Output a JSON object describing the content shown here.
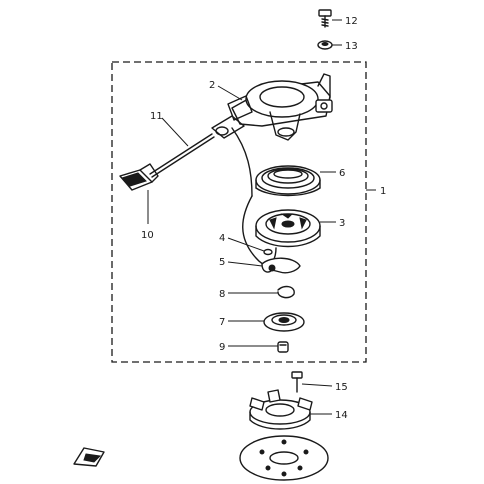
{
  "labels": {
    "1": "1",
    "2": "2",
    "3": "3",
    "4": "4",
    "5": "5",
    "6": "6",
    "7": "7",
    "8": "8",
    "9": "9",
    "10": "10",
    "11": "11",
    "12": "12",
    "13": "13",
    "14": "14",
    "15": "15"
  },
  "colors": {
    "ink": "#1a1a1a",
    "paper": "#ffffff"
  },
  "icons": {
    "front": "front-arrow-icon"
  }
}
